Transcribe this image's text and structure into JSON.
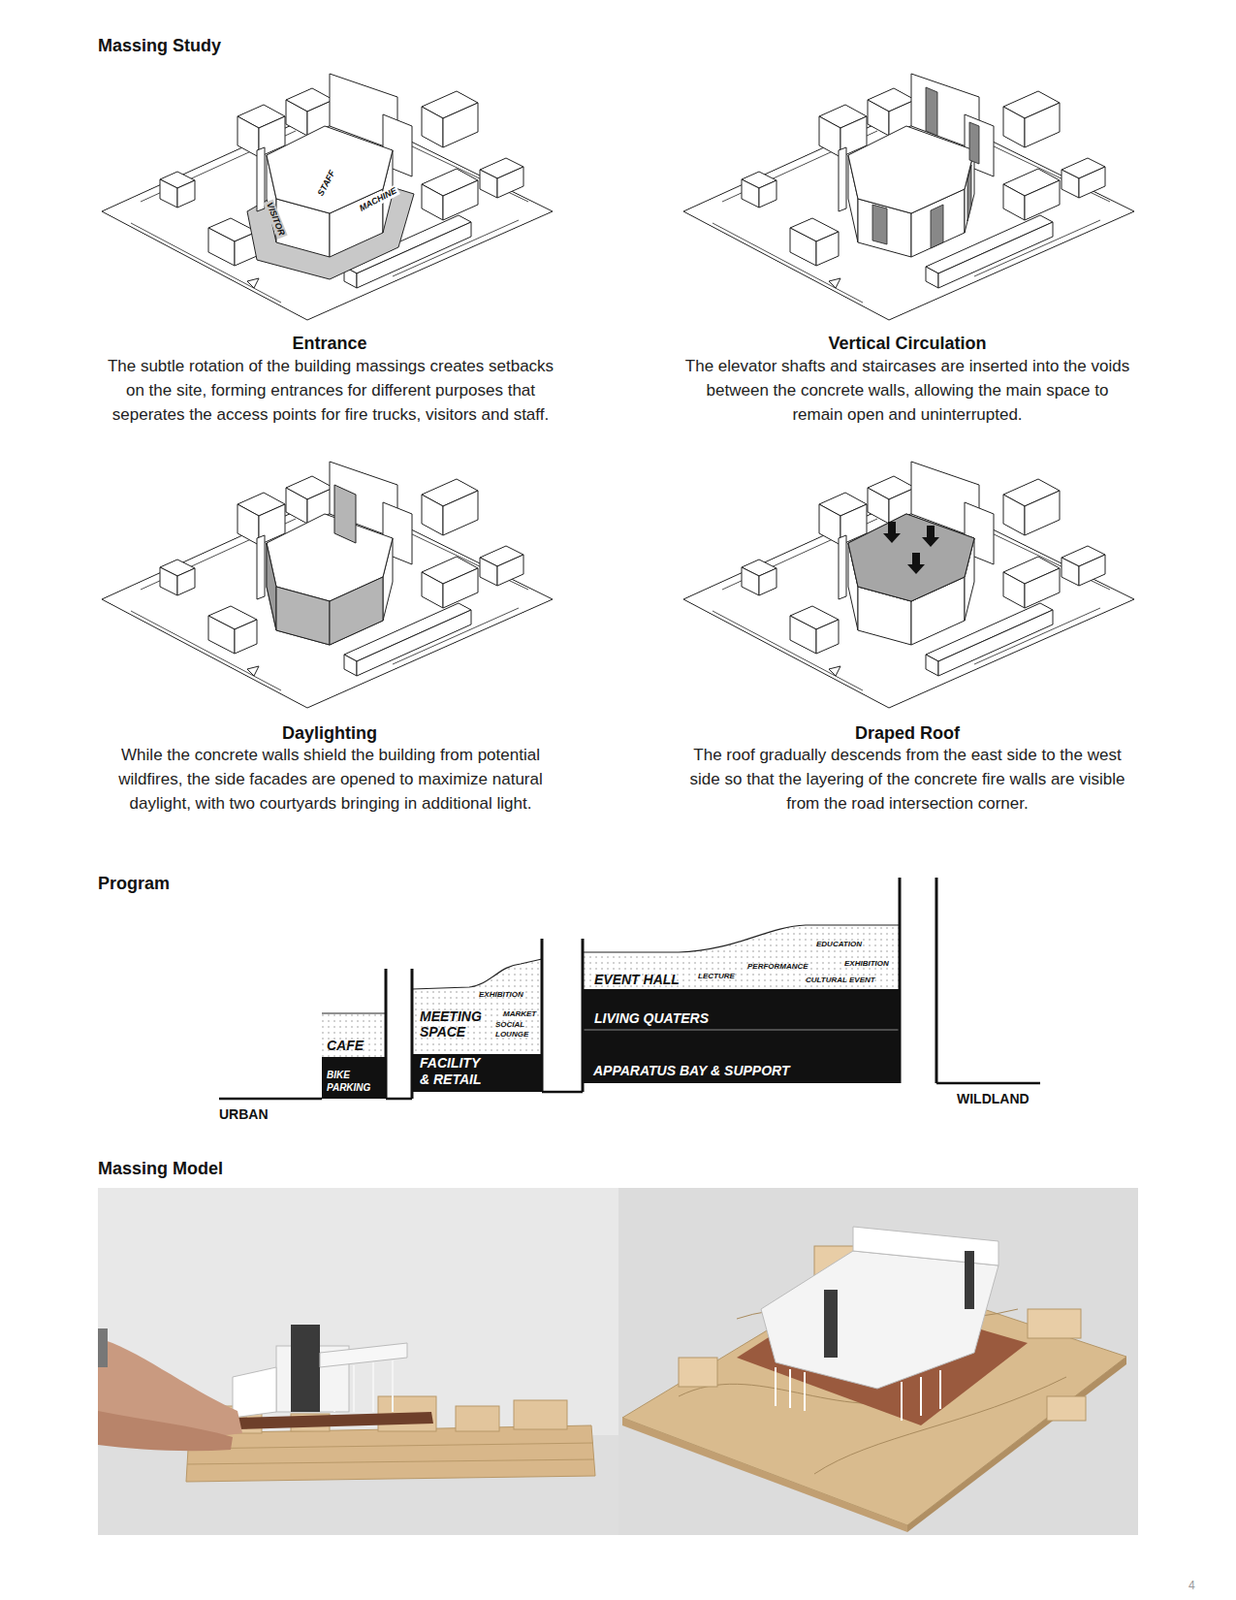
{
  "diagram": {
    "title": "Massing Study",
    "nodes": [
      {
        "text": [
          "CAFE"
        ]
      },
      {
        "text": [
          "BIKE PARKING"
        ]
      },
      {
        "text": [
          "MEETING SPACE",
          "EXHIBITION",
          "MARKET",
          "SOCIAL LOUNGE"
        ]
      },
      {
        "text": [
          "FACILITY & RETAIL"
        ]
      },
      {
        "text": [
          "EVENT HALL",
          "LECTURE",
          "PERFORMANCE",
          "EDUCATION",
          "EXHIBITION",
          "CULTURAL EVENT"
        ]
      },
      {
        "text": [
          "LIVING QUATERS"
        ]
      },
      {
        "text": [
          "APPARATUS BAY & SUPPORT"
        ]
      }
    ],
    "labels": [
      "VISITOR",
      "STAFF",
      "MACHINE",
      "Entrance",
      "The subtle rotation of the building massings creates setbacks on the site, forming entrances for different purposes that seperates the access points for fire trucks, visitors and staff.",
      "Vertical Circulation",
      "The elevator shafts and staircases are inserted into the voids between the concrete walls, allowing the main space to remain open and uninterrupted.",
      "Daylighting",
      "While the concrete walls shield the building from potential wildfires, the side facades are opened to maximize natural daylight, with two courtyards bringing in additional light.",
      "Draped Roof",
      "The roof gradually descends from the east side to the west side so that the layering of the concrete fire walls are visible from the road intersection corner.",
      "Program",
      "URBAN",
      "WILDLAND",
      "Massing Model",
      "4"
    ]
  }
}
